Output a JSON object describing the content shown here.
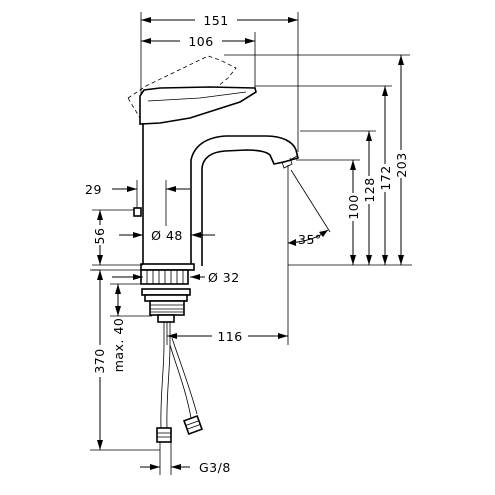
{
  "dimensions": {
    "overall_width": "151",
    "handle_reach": "106",
    "total_height": "203",
    "handle_height": "172",
    "spout_height": "128",
    "outlet_height": "100",
    "spray_angle": "35°",
    "knob_offset": "29",
    "knob_height": "56",
    "body_diameter": "Ø 48",
    "hole_diameter": "Ø 32",
    "max_deck_thickness": "max. 40",
    "hose_length": "370",
    "outlet_reach": "116",
    "thread_size": "G3/8"
  }
}
